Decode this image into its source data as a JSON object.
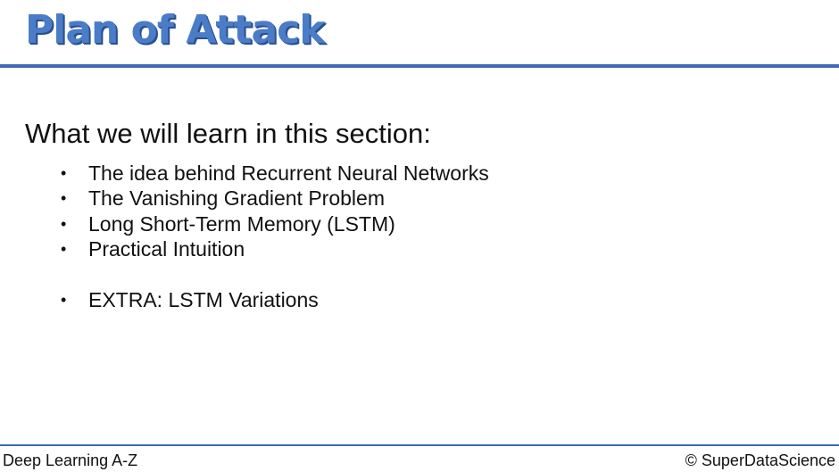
{
  "slide": {
    "title": "Plan of Attack",
    "intro": "What we will learn in this section:",
    "bullet_char": "•",
    "bullets": [
      "The idea behind Recurrent Neural Networks",
      "The Vanishing Gradient Problem",
      "Long Short-Term Memory (LSTM)",
      "Practical Intuition",
      "EXTRA: LSTM Variations"
    ]
  },
  "footer": {
    "course": "Deep Learning A-Z",
    "copyright": "© SuperDataScience"
  },
  "colors": {
    "title": "#4a7cc7",
    "rule": "#3f6bb5",
    "text": "#111111"
  }
}
